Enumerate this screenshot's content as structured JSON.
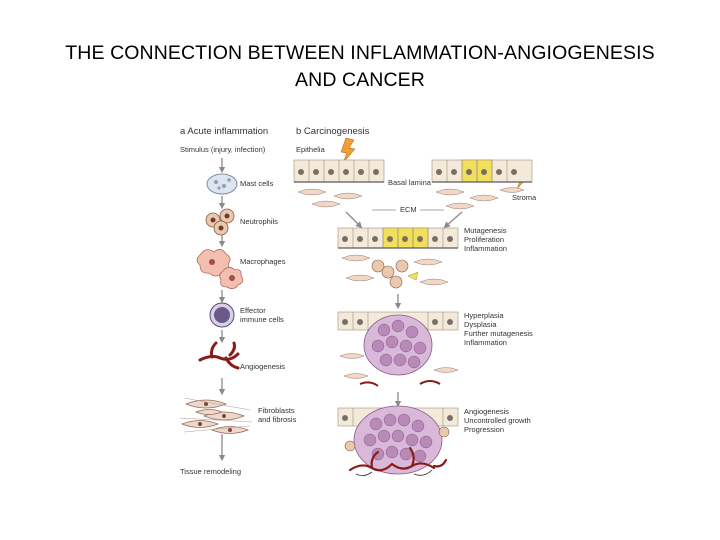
{
  "slide": {
    "title_line1": "THE CONNECTION BETWEEN INFLAMMATION-ANGIOGENESIS",
    "title_line2": "AND CANCER"
  },
  "panel_a": {
    "header": "a Acute inflammation",
    "stimulus": "Stimulus (injury, infection)",
    "steps": [
      "Mast cells",
      "Neutrophils",
      "Macrophages",
      "Effector",
      "immune cells",
      "Angiogenesis",
      "Fibroblasts",
      "and fibrosis",
      "Tissue remodeling"
    ]
  },
  "panel_b": {
    "header": "b Carcinogenesis",
    "epithelia": "Epithelia",
    "basal_lamina": "Basal lamina",
    "stroma": "Stroma",
    "ecm": "ECM",
    "stage2": [
      "Mutagenesis",
      "Proliferation",
      "Inflammation"
    ],
    "stage3": [
      "Hyperplasia",
      "Dysplasia",
      "Further mutagenesis",
      "Inflammation"
    ],
    "stage4": [
      "Angiogenesis",
      "Uncontrolled growth",
      "Progression"
    ]
  },
  "colors": {
    "epithelium": "#f3ead9",
    "nucleus": "#7a6f68",
    "yellow_cell": "#f3e05a",
    "tumor_cell": "#d9b8d9",
    "stroma_cell": "#f0c4b4",
    "vessel": "#8a1b1b",
    "arrow": "#8a8a8a",
    "lightning": "#f0a030"
  }
}
